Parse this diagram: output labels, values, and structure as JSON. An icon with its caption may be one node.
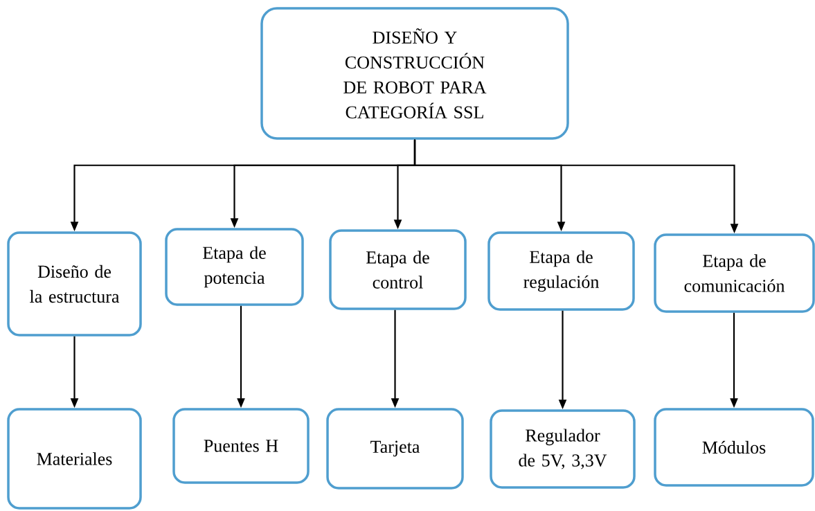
{
  "diagram": {
    "nodes": [
      {
        "text": [
          "DISEÑO Y CONSTRUCCIÓN DE ROBOT PARA CATEGORÍA SSL"
        ]
      },
      {
        "text": [
          "Diseño de la estructura"
        ]
      },
      {
        "text": [
          "Etapa de potencia"
        ]
      },
      {
        "text": [
          "Etapa de control"
        ]
      },
      {
        "text": [
          "Etapa de regulación"
        ]
      },
      {
        "text": [
          "Etapa de comunicación"
        ]
      },
      {
        "text": [
          "Materiales"
        ]
      },
      {
        "text": [
          "Puentes H"
        ]
      },
      {
        "text": [
          "Tarjeta"
        ]
      },
      {
        "text": [
          "Regulador de 5V, 3,3V"
        ]
      },
      {
        "text": [
          "Módulos"
        ]
      }
    ],
    "edges": [
      {
        "from": 0,
        "to": 1,
        "arrow": "to"
      },
      {
        "from": 0,
        "to": 2,
        "arrow": "to"
      },
      {
        "from": 0,
        "to": 3,
        "arrow": "to"
      },
      {
        "from": 0,
        "to": 4,
        "arrow": "to"
      },
      {
        "from": 0,
        "to": 5,
        "arrow": "to"
      },
      {
        "from": 1,
        "to": 6,
        "arrow": "to"
      },
      {
        "from": 2,
        "to": 7,
        "arrow": "to"
      },
      {
        "from": 3,
        "to": 8,
        "arrow": "to"
      },
      {
        "from": 4,
        "to": 9,
        "arrow": "to"
      },
      {
        "from": 5,
        "to": 10,
        "arrow": "to"
      }
    ]
  }
}
